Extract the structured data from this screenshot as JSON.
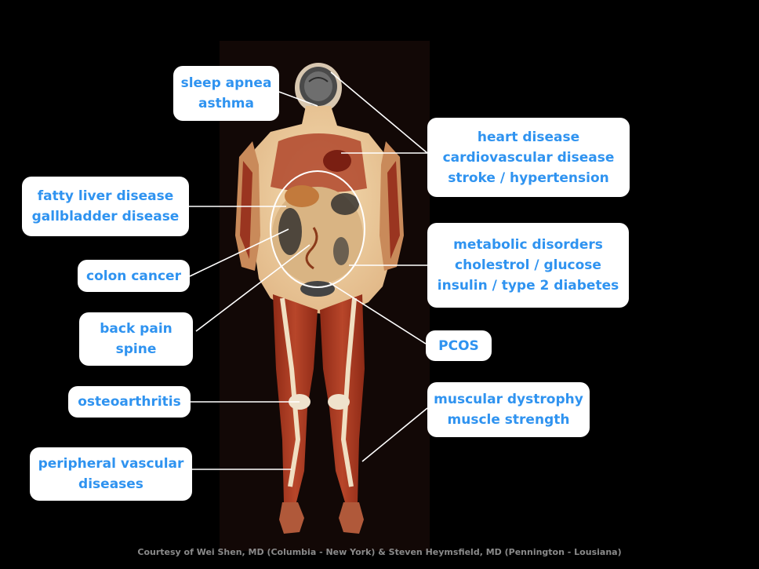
{
  "labels": {
    "sleep_apnea": [
      "sleep apnea",
      "asthma"
    ],
    "heart": [
      "heart disease",
      "cardiovascular disease",
      "stroke / hypertension"
    ],
    "liver": [
      "fatty liver disease",
      "gallbladder disease"
    ],
    "colon": [
      "colon cancer"
    ],
    "metabolic": [
      "metabolic disorders",
      "cholestrol / glucose",
      "insulin / type 2 diabetes"
    ],
    "back": [
      "back pain",
      "spine"
    ],
    "pcos": [
      "PCOS"
    ],
    "osteo": [
      "osteoarthritis"
    ],
    "muscular": [
      "muscular dystrophy",
      "muscle strength"
    ],
    "peripheral": [
      "peripheral vascular",
      "diseases"
    ]
  },
  "credit": "Courtesy of Wei Shen, MD (Columbia - New York) & Steven Heymsfield, MD (Pennington - Lousiana)",
  "colors": {
    "background": "#000000",
    "label_text": "#2f93f0",
    "label_box": "#ffffff",
    "leader_line": "#ffffff"
  }
}
